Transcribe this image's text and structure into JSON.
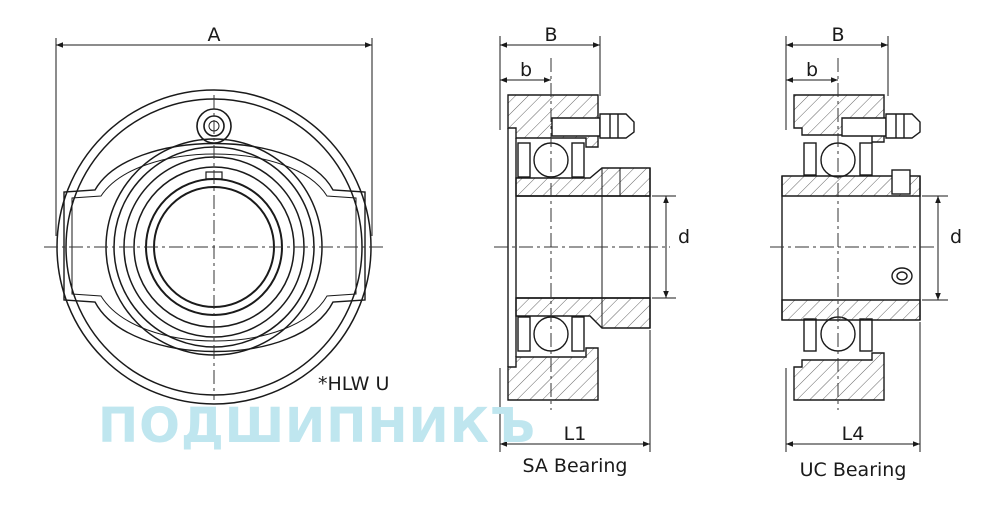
{
  "dimensions": {
    "a": "A",
    "b_upper_sa": "B",
    "b_lower_sa": "b",
    "d_sa": "d",
    "l1": "L1",
    "b_upper_uc": "B",
    "b_lower_uc": "b",
    "d_uc": "d",
    "l4": "L4"
  },
  "captions": {
    "sa": "SA Bearing",
    "uc": "UC Bearing",
    "note": "*HLW U"
  },
  "watermark": {
    "text": "ПОДШИПНИКЪ",
    "color": "#bfe6ef"
  },
  "colors": {
    "line": "#1a1a1a",
    "center": "#333333",
    "hatch": "#555555"
  }
}
